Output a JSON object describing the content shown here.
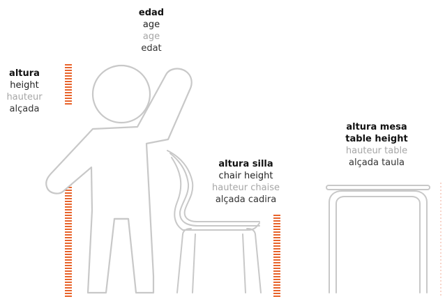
{
  "labels": {
    "age": {
      "es": "edad",
      "en": "age",
      "fr": "age",
      "ca": "edat"
    },
    "height": {
      "es": "altura",
      "en": "height",
      "fr": "hauteur",
      "ca": "alçada"
    },
    "chair_height": {
      "es": "altura silla",
      "en": "chair height",
      "fr": "hauteur chaise",
      "ca": "alçada cadira"
    },
    "table_height": {
      "es": "altura mesa",
      "en": "table height",
      "fr": "hauteur table",
      "ca": "alçada taula"
    }
  },
  "colors": {
    "outline": "#c8c8c8",
    "ruler": "#e8632a",
    "table_dashed": "#f3b7a5",
    "text_spanish": "#111111",
    "text_french": "#a6a6a6"
  }
}
